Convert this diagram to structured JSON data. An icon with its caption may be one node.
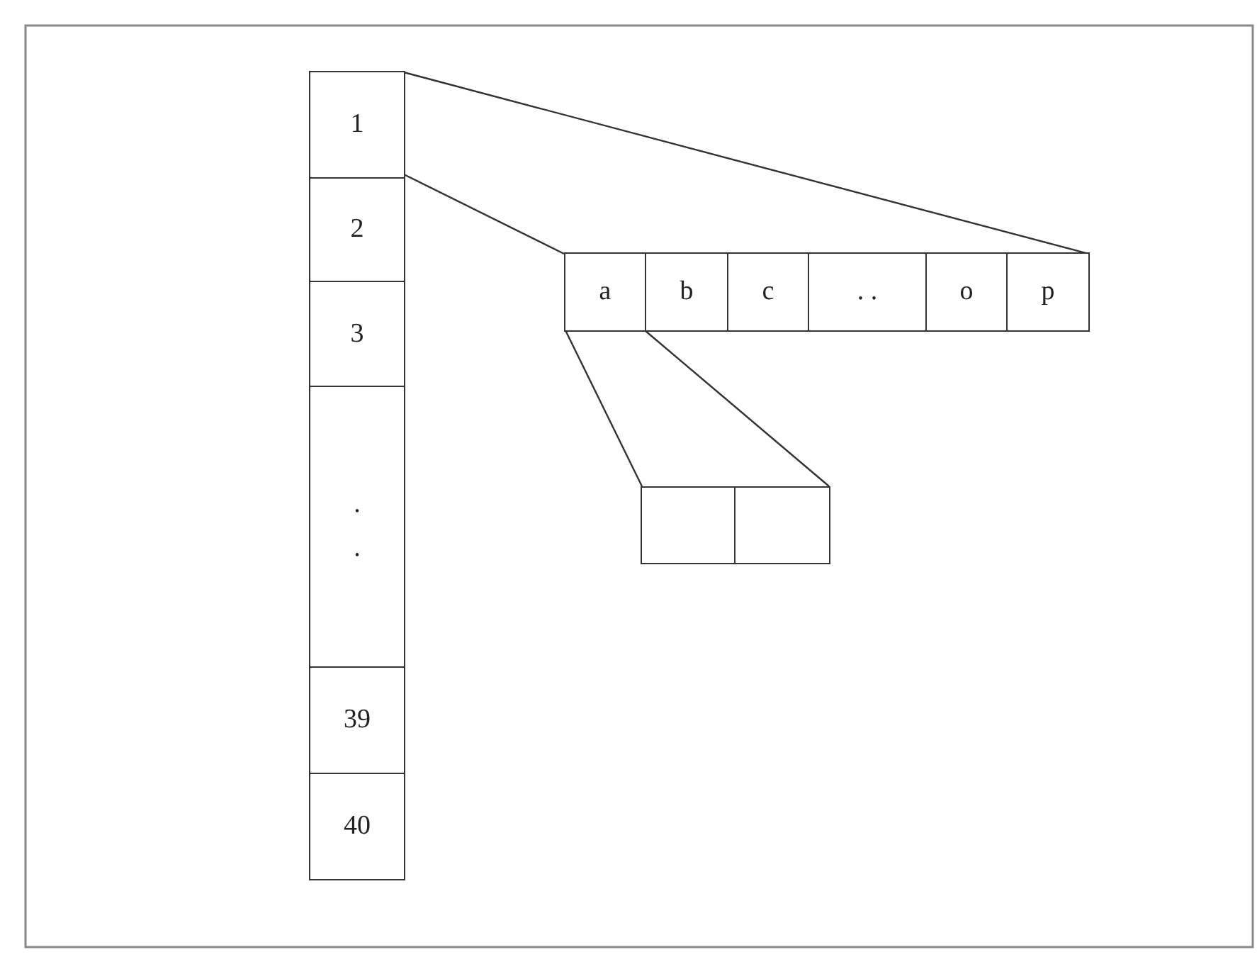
{
  "diagram": {
    "nodes": [
      {
        "text": [],
        "shape": "box"
      },
      {
        "text": [
          "1"
        ],
        "in": 0
      },
      {
        "text": [
          "2"
        ],
        "in": 0
      },
      {
        "text": [
          "3"
        ],
        "in": 0
      },
      {
        "text": [
          ". ."
        ],
        "in": 0
      },
      {
        "text": [
          "39"
        ],
        "in": 0
      },
      {
        "text": [
          "40"
        ],
        "in": 0
      },
      {
        "text": [],
        "shape": "box"
      },
      {
        "text": [
          "a"
        ],
        "in": 7
      },
      {
        "text": [
          "b"
        ],
        "in": 7
      },
      {
        "text": [
          "c"
        ],
        "in": 7
      },
      {
        "text": [
          ". ."
        ],
        "in": 7
      },
      {
        "text": [
          "o"
        ],
        "in": 7
      },
      {
        "text": [
          "p"
        ],
        "in": 7
      },
      {
        "text": [],
        "shape": "box"
      },
      {
        "text": [],
        "shape": "box",
        "in": 14
      },
      {
        "text": [],
        "shape": "box",
        "in": 14
      }
    ],
    "edges": [
      {
        "from": 1,
        "to": 7,
        "arrow": "none"
      },
      {
        "from": 1,
        "to": 7,
        "arrow": "none"
      },
      {
        "from": 8,
        "to": 14,
        "arrow": "none"
      },
      {
        "from": 8,
        "to": 14,
        "arrow": "none"
      }
    ]
  }
}
